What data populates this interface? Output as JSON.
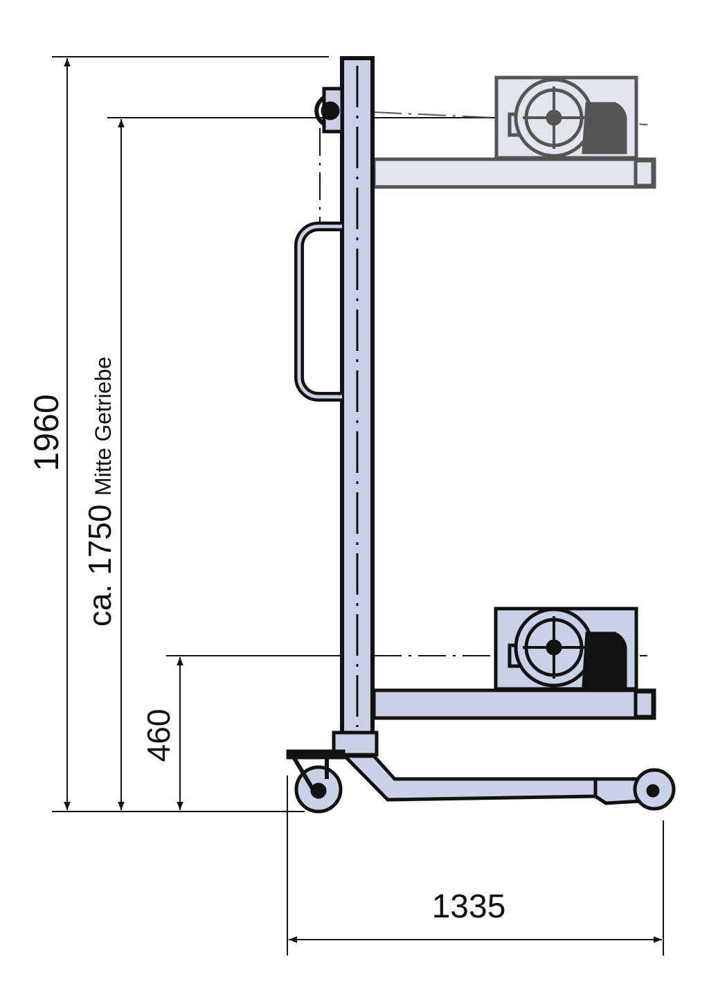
{
  "dimensions": {
    "total_height": "1960",
    "gear_center_height": "ca. 1750",
    "gear_center_note": "Mitte Getriebe",
    "lower_position": "460",
    "base_length": "1335"
  },
  "colors": {
    "part_fill": "#c9d1e6",
    "upper_fill": "#e1e5f0",
    "upper_stroke": "#555555",
    "line": "#111111"
  }
}
